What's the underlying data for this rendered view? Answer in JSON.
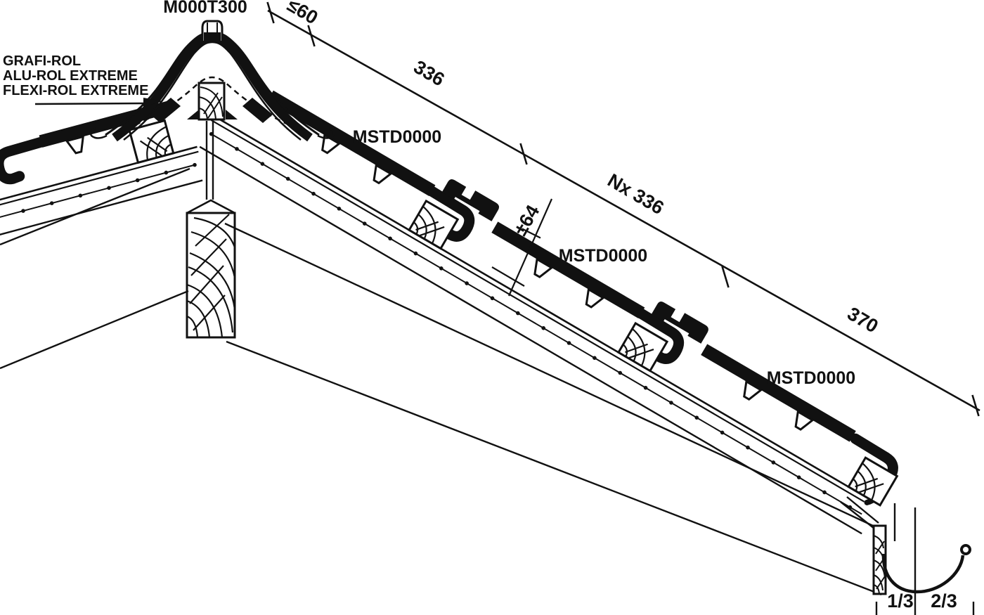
{
  "meta": {
    "drawing_type": "roof ridge-to-eaves section detail",
    "ink_color": "#111111",
    "background_color": "#ffffff"
  },
  "labels": {
    "ridge_tile_code": "M000T300",
    "roll_products": [
      "GRAFI-ROL",
      "ALU-ROL EXTREME",
      "FLEXI-ROL EXTREME"
    ],
    "tile_code_1": "MSTD0000",
    "tile_code_2": "MSTD0000",
    "tile_code_3": "MSTD0000"
  },
  "dimensions": {
    "ridge_batten_offset": "≤60",
    "top_course": "336",
    "field_courses": "Nx 336",
    "eaves_course": "370",
    "headlap": "±64",
    "gutter_inner_third": "1/3",
    "gutter_outer_twothirds": "2/3"
  }
}
